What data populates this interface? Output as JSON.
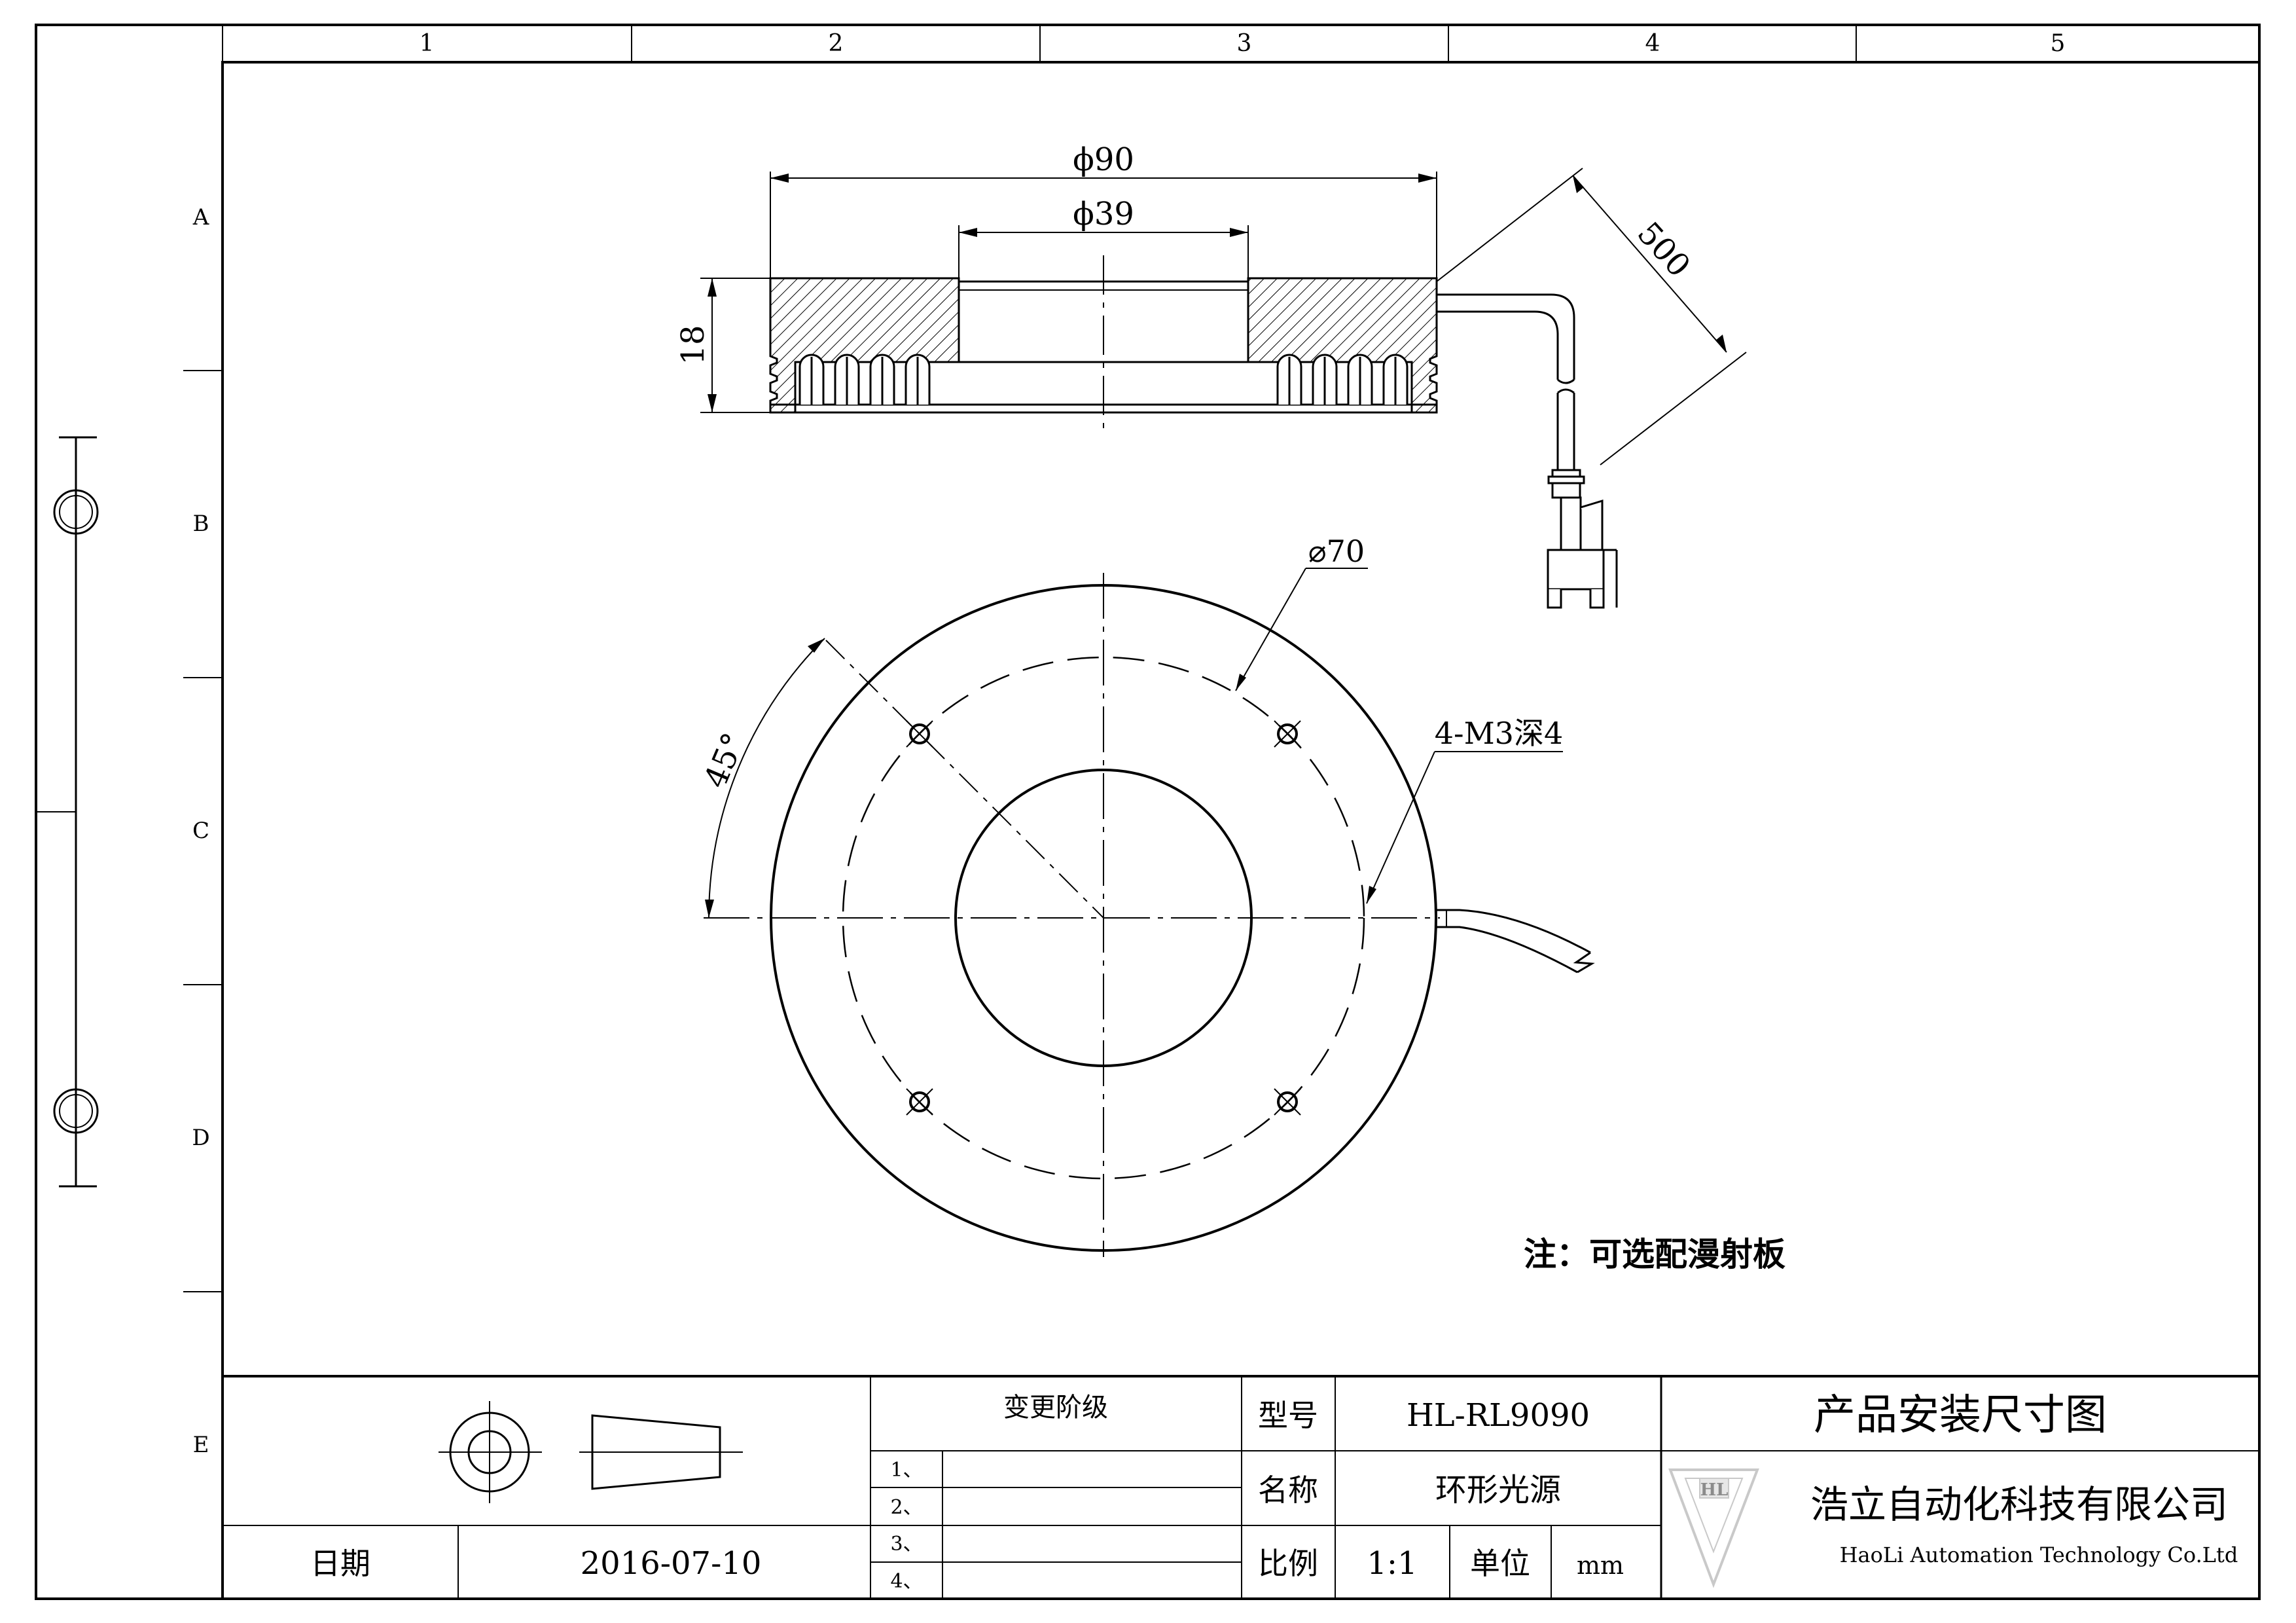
{
  "grid": {
    "columns": [
      "1",
      "2",
      "3",
      "4",
      "5"
    ],
    "rows": [
      "A",
      "B",
      "C",
      "D",
      "E"
    ]
  },
  "side_view": {
    "dim_outer": "ϕ90",
    "dim_inner": "ϕ39",
    "dim_height": "18",
    "dim_cable": "500"
  },
  "front_view": {
    "dim_bolt_circle": "⌀70",
    "dim_holes": "4-M3深4",
    "dim_angle": "45°"
  },
  "note": "注：可选配漫射板",
  "title_block": {
    "change_level_label": "变更阶级",
    "change_rows": [
      "1、",
      "2、",
      "3、",
      "4、"
    ],
    "date_label": "日期",
    "date_value": "2016-07-10",
    "model_label": "型号",
    "model_value": "HL-RL9090",
    "name_label": "名称",
    "name_value": "环形光源",
    "scale_label": "比例",
    "scale_value": "1:1",
    "unit_label": "单位",
    "unit_value": "mm",
    "drawing_title": "产品安装尺寸图",
    "company_cn": "浩立自动化科技有限公司",
    "company_en": "HaoLi Automation Technology Co.Ltd",
    "logo_text": "HL"
  }
}
